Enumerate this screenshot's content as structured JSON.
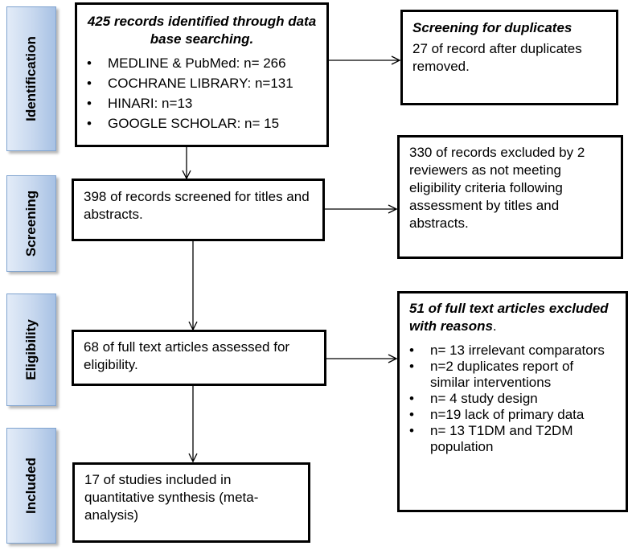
{
  "phases": {
    "identification": "Identification",
    "screening": "Screening",
    "eligibility": "Eligibility",
    "included": "Included"
  },
  "identified": {
    "heading": "425 records identified through data base searching.",
    "items": [
      "MEDLINE & PubMed: n= 266",
      "COCHRANE LIBRARY: n=131",
      "HINARI: n=13",
      "GOOGLE SCHOLAR: n= 15"
    ]
  },
  "duplicates": {
    "heading": "Screening for duplicates",
    "text": "27 of record after duplicates removed."
  },
  "screened": {
    "text": "398 of records screened for titles and abstracts."
  },
  "excluded_screening": {
    "text": "330 of records excluded by 2 reviewers as not meeting eligibility criteria following assessment by titles and abstracts."
  },
  "assessed": {
    "text": "68 of full text articles assessed for eligibility."
  },
  "excluded_fulltext": {
    "heading": "51 of full text articles excluded with reasons",
    "heading_suffix": ".",
    "items": [
      "n= 13 irrelevant comparators",
      "n=2 duplicates report of similar interventions",
      "n=  4 study design",
      "n=19 lack of primary data",
      "n= 13 T1DM and T2DM population"
    ]
  },
  "included_studies": {
    "text": "17 of studies included in quantitative synthesis (meta-analysis)"
  }
}
